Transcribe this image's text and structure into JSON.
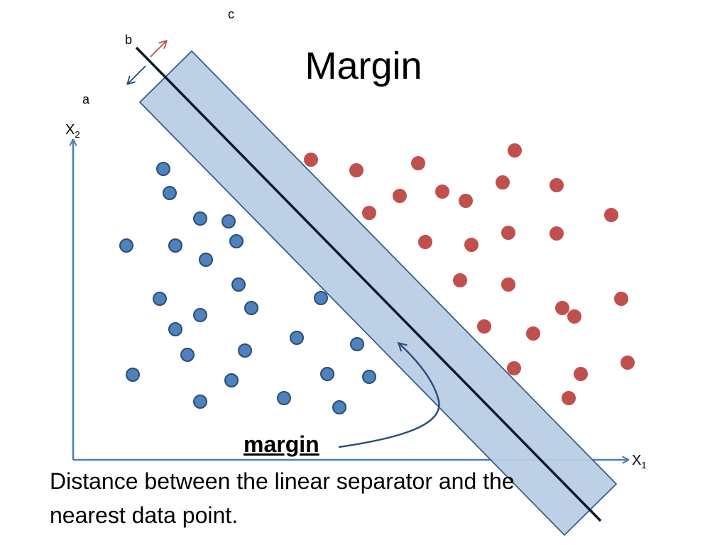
{
  "title": "Margin",
  "corner_labels": {
    "a": "a",
    "b": "b",
    "c": "c"
  },
  "axes": {
    "x_label": "X",
    "x_sub": "1",
    "y_label": "X",
    "y_sub": "2"
  },
  "annotation": {
    "word": "margin"
  },
  "caption": "Distance between the linear separator and the nearest data point.",
  "colors": {
    "blue_point": "#4f81bd",
    "blue_point_stroke": "#2c4d75",
    "red_point": "#c0504d",
    "band_fill": "#b9cde5",
    "band_stroke": "#385d8a",
    "axis": "#4a7ebb",
    "separator": "#0d1a2b"
  },
  "points": {
    "blue": [
      [
        230,
        238
      ],
      [
        239,
        272
      ],
      [
        282,
        308
      ],
      [
        322,
        312
      ],
      [
        178,
        346
      ],
      [
        247,
        346
      ],
      [
        333,
        340
      ],
      [
        290,
        366
      ],
      [
        336,
        401
      ],
      [
        225,
        421
      ],
      [
        354,
        434
      ],
      [
        282,
        444
      ],
      [
        452,
        420
      ],
      [
        247,
        464
      ],
      [
        418,
        476
      ],
      [
        345,
        494
      ],
      [
        264,
        500
      ],
      [
        503,
        485
      ],
      [
        187,
        528
      ],
      [
        326,
        536
      ],
      [
        461,
        527
      ],
      [
        520,
        531
      ],
      [
        282,
        566
      ],
      [
        400,
        561
      ],
      [
        478,
        574
      ]
    ],
    "red": [
      [
        438,
        225
      ],
      [
        502,
        240
      ],
      [
        589,
        230
      ],
      [
        725,
        212
      ],
      [
        563,
        276
      ],
      [
        623,
        270
      ],
      [
        656,
        283
      ],
      [
        708,
        257
      ],
      [
        784,
        261
      ],
      [
        520,
        300
      ],
      [
        861,
        303
      ],
      [
        599,
        341
      ],
      [
        664,
        345
      ],
      [
        716,
        328
      ],
      [
        784,
        329
      ],
      [
        648,
        395
      ],
      [
        716,
        401
      ],
      [
        792,
        434
      ],
      [
        809,
        446
      ],
      [
        875,
        421
      ],
      [
        682,
        460
      ],
      [
        751,
        470
      ],
      [
        724,
        519
      ],
      [
        818,
        527
      ],
      [
        884,
        511
      ],
      [
        801,
        561
      ]
    ]
  }
}
